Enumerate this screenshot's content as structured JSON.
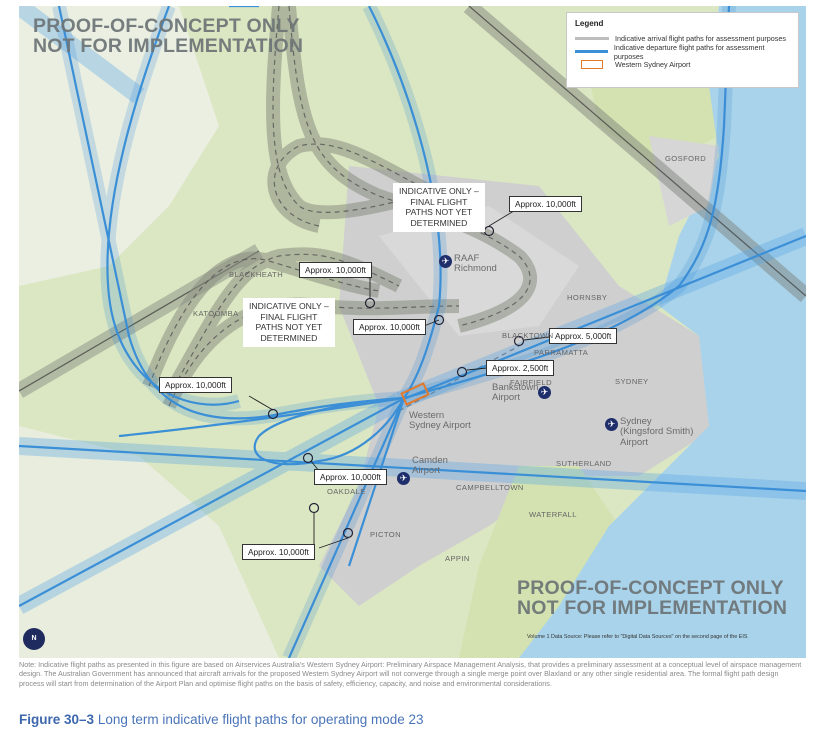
{
  "figure": {
    "number": "Figure 30–3",
    "title": "Long term indicative flight paths for operating mode 23"
  },
  "watermarks": {
    "top": [
      "PROOF-OF-CONCEPT ONLY",
      "NOT FOR IMPLEMENTATION"
    ],
    "bottom": [
      "PROOF-OF-CONCEPT ONLY",
      "NOT FOR IMPLEMENTATION"
    ]
  },
  "legend": {
    "title": "Legend",
    "items": [
      {
        "label": "Indicative arrival flight paths for assessment purposes",
        "color": "#bdbdbd",
        "type": "line"
      },
      {
        "label": "Indicative departure flight paths for assessment purposes",
        "color": "#3b8fd6",
        "type": "line"
      },
      {
        "label": "Western Sydney Airport",
        "color": "#e07a2e",
        "type": "outline"
      }
    ]
  },
  "indicative_notes": [
    {
      "lines": [
        "INDICATIVE ONLY –",
        "FINAL FLIGHT",
        "PATHS NOT YET",
        "DETERMINED"
      ]
    },
    {
      "lines": [
        "INDICATIVE ONLY –",
        "FINAL FLIGHT",
        "PATHS NOT YET",
        "DETERMINED"
      ]
    }
  ],
  "altitude_callouts": [
    {
      "label": "Approx. 10,000ft"
    },
    {
      "label": "Approx. 10,000ft"
    },
    {
      "label": "Approx. 10,000ft"
    },
    {
      "label": "Approx. 5,000ft"
    },
    {
      "label": "Approx. 2,500ft"
    },
    {
      "label": "Approx. 10,000ft"
    },
    {
      "label": "Approx. 10,000ft"
    },
    {
      "label": "Approx. 10,000ft"
    }
  ],
  "places": {
    "gosford": "GOSFORD",
    "blackheath": "BLACKHEATH",
    "katoomba": "KATOOMBA",
    "hornsby": "HORNSBY",
    "blacktown": "BLACKTOWN",
    "parramatta": "PARRAMATTA",
    "fairfield": "FAIRFIELD",
    "sydney": "SYDNEY",
    "sutherland": "SUTHERLAND",
    "campbelltown": "CAMPBELLTOWN",
    "waterfall": "WATERFALL",
    "oakdale": "OAKDALE",
    "picton": "PICTON",
    "appin": "APPIN"
  },
  "airports": {
    "raaf": [
      "RAAF",
      "Richmond"
    ],
    "bankstown": [
      "Bankstown",
      "Airport"
    ],
    "western_sydney": [
      "Western",
      "Sydney Airport"
    ],
    "camden": [
      "Camden",
      "Airport"
    ],
    "kingsford": [
      "Sydney",
      "(Kingsford Smith)",
      "Airport"
    ]
  },
  "north_arrow": "N",
  "data_source": "Volume 1 Data Source: Please refer to \"Digital Data Sources\" on the second page of the EIS",
  "note": "Note: Indicative flight paths as presented in this figure are based on Airservices Australia's Western Sydney Airport: Preliminary Airspace Management Analysis, that provides a preliminary assessment at a conceptual level of airspace management design. The Australian Government has announced that aircraft arrivals for the proposed Western Sydney Airport will not converge through a single merge point over Blaxland or any other single residential area. The formal flight path design process will start from determination of the Airport Plan and optimise flight paths on the basis of safety, efficiency, capacity, and noise and environmental considerations.",
  "colors": {
    "departure": "#3b8fd6",
    "arrival": "#8d8d8d",
    "airport_outline": "#e07a2e",
    "caption": "#4a74b8",
    "sea": "#a9d3ea",
    "bush": "#d6e4b5",
    "urban": "#d4d4d4"
  }
}
